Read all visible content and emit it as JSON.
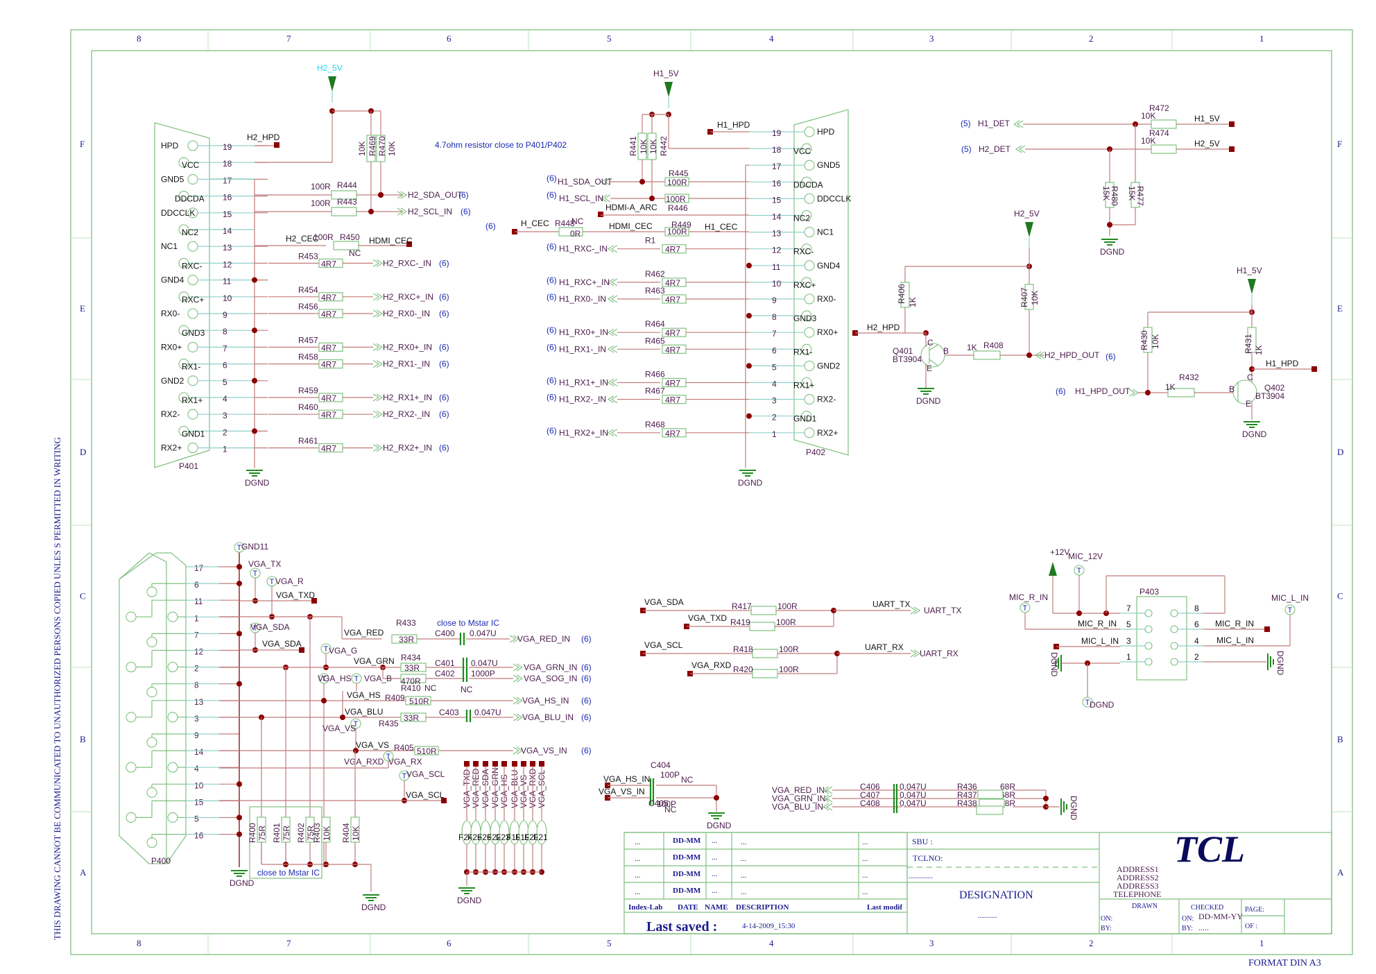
{
  "zones": {
    "columns": [
      "8",
      "7",
      "6",
      "5",
      "4",
      "3",
      "2",
      "1"
    ],
    "rows": [
      "F",
      "E",
      "D",
      "C",
      "B",
      "A"
    ]
  },
  "side_note": "THIS DRAWING CANNOT BE COMMUNICATED TO UNAUTHORIZED PERSONS COPIED UNLES S PERMITTED IN WRITING",
  "format_label": "FORMAT DIN A3",
  "notes": {
    "resistor_note": "4.7ohm resistor close to P401/P402",
    "close_mstar_1": "close to Mstar IC",
    "close_mstar_2": "close to Mstar IC"
  },
  "common": {
    "sheet_ref_6": "(6)",
    "sheet_ref_5": "(5)",
    "dgnd": "DGND",
    "nc": "NC",
    "test_point": "T"
  },
  "p401": {
    "name": "P401",
    "power": "H2_5V",
    "hpd_net": "H2_HPD",
    "cec_net": "H2_CEC",
    "hdmi_cec": "HDMI_CEC",
    "pins": [
      {
        "num": "19",
        "name": "HPD"
      },
      {
        "num": "18",
        "name": "VCC"
      },
      {
        "num": "17",
        "name": "GND5"
      },
      {
        "num": "16",
        "name": "DDCDA"
      },
      {
        "num": "15",
        "name": "DDCCLK"
      },
      {
        "num": "14",
        "name": "NC2"
      },
      {
        "num": "13",
        "name": "NC1"
      },
      {
        "num": "12",
        "name": "RXC-"
      },
      {
        "num": "11",
        "name": "GND4"
      },
      {
        "num": "10",
        "name": "RXC+"
      },
      {
        "num": "9",
        "name": "RX0-"
      },
      {
        "num": "8",
        "name": "GND3"
      },
      {
        "num": "7",
        "name": "RX0+"
      },
      {
        "num": "6",
        "name": "RX1-"
      },
      {
        "num": "5",
        "name": "GND2"
      },
      {
        "num": "4",
        "name": "RX1+"
      },
      {
        "num": "3",
        "name": "RX2-"
      },
      {
        "num": "2",
        "name": "GND1"
      },
      {
        "num": "1",
        "name": "RX2+"
      }
    ],
    "pullups": [
      {
        "ref": "R469",
        "value": "10K"
      },
      {
        "ref": "R470",
        "value": "10K"
      }
    ],
    "ddc": [
      {
        "ref": "R444",
        "value": "100R",
        "net": "H2_SDA_OUT"
      },
      {
        "ref": "R443",
        "value": "100R",
        "net": "H2_SCL_IN"
      }
    ],
    "cec_res": {
      "ref": "R450",
      "value": "100R"
    },
    "signals": [
      {
        "ref": "R453",
        "value": "4R7",
        "net": "H2_RXC-_IN"
      },
      {
        "ref": "R454",
        "value": "4R7",
        "net": "H2_RXC+_IN"
      },
      {
        "ref": "R456",
        "value": "4R7",
        "net": "H2_RX0-_IN"
      },
      {
        "ref": "R457",
        "value": "4R7",
        "net": "H2_RX0+_IN"
      },
      {
        "ref": "R458",
        "value": "4R7",
        "net": "H2_RX1-_IN"
      },
      {
        "ref": "R459",
        "value": "4R7",
        "net": "H2_RX1+_IN"
      },
      {
        "ref": "R460",
        "value": "4R7",
        "net": "H2_RX2-_IN"
      },
      {
        "ref": "R461",
        "value": "4R7",
        "net": "H2_RX2+_IN"
      }
    ]
  },
  "p402": {
    "name": "P402",
    "power": "H1_5V",
    "hpd_net": "H1_HPD",
    "arc_net": "HDMI-A_ARC",
    "cec_net": "H1_CEC",
    "h_cec": "H_CEC",
    "hdmi_cec": "HDMI_CEC",
    "pins": [
      {
        "num": "19",
        "name": "HPD"
      },
      {
        "num": "18",
        "name": "VCC"
      },
      {
        "num": "17",
        "name": "GND5"
      },
      {
        "num": "16",
        "name": "DDCDA"
      },
      {
        "num": "15",
        "name": "DDCCLK"
      },
      {
        "num": "14",
        "name": "NC2"
      },
      {
        "num": "13",
        "name": "NC1"
      },
      {
        "num": "12",
        "name": "RXC-"
      },
      {
        "num": "11",
        "name": "GND4"
      },
      {
        "num": "10",
        "name": "RXC+"
      },
      {
        "num": "9",
        "name": "RX0-"
      },
      {
        "num": "8",
        "name": "GND3"
      },
      {
        "num": "7",
        "name": "RX0+"
      },
      {
        "num": "6",
        "name": "RX1-"
      },
      {
        "num": "5",
        "name": "GND2"
      },
      {
        "num": "4",
        "name": "RX1+"
      },
      {
        "num": "3",
        "name": "RX2-"
      },
      {
        "num": "2",
        "name": "GND1"
      },
      {
        "num": "1",
        "name": "RX2+"
      }
    ],
    "pullups": [
      {
        "ref": "R441",
        "value": "10K"
      },
      {
        "ref": "R442",
        "value": "10K"
      }
    ],
    "ddc": [
      {
        "ref": "R445",
        "value": "100R",
        "net": "H1_SDA_OUT"
      },
      {
        "ref": "R446",
        "value": "100R",
        "net": "H1_SCL_IN"
      }
    ],
    "cec_res_a": {
      "ref": "R448",
      "value": "0R"
    },
    "cec_res_b": {
      "ref": "R449",
      "value": "100R"
    },
    "signals": [
      {
        "ref": "R1",
        "value": "4R7",
        "net": "H1_RXC-_IN"
      },
      {
        "ref": "R462",
        "value": "4R7",
        "net": "H1_RXC+_IN"
      },
      {
        "ref": "R463",
        "value": "4R7",
        "net": "H1_RX0-_IN"
      },
      {
        "ref": "R464",
        "value": "4R7",
        "net": "H1_RX0+_IN"
      },
      {
        "ref": "R465",
        "value": "4R7",
        "net": "H1_RX1-_IN"
      },
      {
        "ref": "R466",
        "value": "4R7",
        "net": "H1_RX1+_IN"
      },
      {
        "ref": "R467",
        "value": "4R7",
        "net": "H1_RX2-_IN"
      },
      {
        "ref": "R468",
        "value": "4R7",
        "net": "H1_RX2+_IN"
      }
    ]
  },
  "det": {
    "h1_det": "H1_DET",
    "h2_det": "H2_DET",
    "h1_5v": "H1_5V",
    "h2_5v": "H2_5V",
    "r472": {
      "ref": "R472",
      "value": "10K"
    },
    "r474": {
      "ref": "R474",
      "value": "10K"
    },
    "r480": {
      "ref": "R480",
      "value": "15K"
    },
    "r477": {
      "ref": "R477",
      "value": "15K"
    }
  },
  "hpd2": {
    "power": "H2_5V",
    "hpd": "H2_HPD",
    "out": "H2_HPD_OUT",
    "r406": {
      "ref": "R406",
      "value": "1K"
    },
    "r407": {
      "ref": "R407",
      "value": "10K"
    },
    "r408": {
      "ref": "R408",
      "value": "1K"
    },
    "q": {
      "ref": "Q401",
      "part": "BT3904"
    }
  },
  "hpd1": {
    "power": "H1_5V",
    "hpd": "H1_HPD",
    "out": "H1_HPD_OUT",
    "r430": {
      "ref": "R430",
      "value": "10K"
    },
    "r431": {
      "ref": "R431",
      "value": "1K"
    },
    "r432": {
      "ref": "R432",
      "value": "1K"
    },
    "q": {
      "ref": "Q402",
      "part": "BT3904"
    }
  },
  "vga": {
    "name": "P400",
    "pins": [
      "17",
      "6",
      "11",
      "1",
      "7",
      "12",
      "2",
      "8",
      "13",
      "3",
      "9",
      "14",
      "4",
      "10",
      "15",
      "5",
      "16"
    ],
    "tp_labels": {
      "gnd11": "GND11",
      "tx": "VGA_TX",
      "r": "VGA_R",
      "sda": "VGA_SDA",
      "g": "VGA_G",
      "hs": "VGA_HS",
      "b": "VGA_B",
      "vs": "VGA_VS",
      "rx": "VGA_RX",
      "scl": "VGA_SCL"
    },
    "nets": {
      "txd": "VGA_TXD",
      "sda": "VGA_SDA",
      "red": "VGA_RED",
      "grn": "VGA_GRN",
      "hs": "VGA_HS",
      "blu": "VGA_BLU",
      "vs": "VGA_VS",
      "rxd": "VGA_RXD",
      "scl": "VGA_SCL"
    },
    "series": [
      {
        "ref": "R433",
        "value": "33R",
        "cap": "C400",
        "cap_value": "0.047U",
        "out": "VGA_RED_IN"
      },
      {
        "ref": "R434",
        "value": "33R",
        "cap": "C401",
        "cap_value": "0.047U",
        "out": "VGA_GRN_IN"
      },
      {
        "ref": "R410",
        "value": "470R",
        "cap": "C402",
        "cap_value": "1000P",
        "out": "VGA_SOG_IN"
      },
      {
        "ref": "R409",
        "value": "510R",
        "cap": "",
        "cap_value": "",
        "out": "VGA_HS_IN"
      },
      {
        "ref": "R435",
        "value": "33R",
        "cap": "C403",
        "cap_value": "0.047U",
        "out": "VGA_BLU_IN"
      },
      {
        "ref": "R405",
        "value": "510R",
        "cap": "",
        "cap_value": "",
        "out": "VGA_VS_IN"
      }
    ],
    "terminations": [
      {
        "ref": "R400",
        "value": "75R"
      },
      {
        "ref": "R401",
        "value": "75R"
      },
      {
        "ref": "R402",
        "value": "75R"
      },
      {
        "ref": "R403",
        "value": "10K"
      },
      {
        "ref": "R404",
        "value": "10K"
      }
    ],
    "esd_nets": [
      "VGA_TXD",
      "VGA_RED",
      "VGA_SDA",
      "VGA_GRN",
      "VGA_HS",
      "VGA_BLU",
      "VGA_VS",
      "VGA_RXD",
      "VGA_SCL"
    ],
    "esd_refs": [
      "F24",
      "F25",
      "F26",
      "F22",
      "F23",
      "F18",
      "F19",
      "F20",
      "F21"
    ]
  },
  "uart": {
    "rows": [
      {
        "net": "VGA_SDA",
        "ref": "R417",
        "value": "100R"
      },
      {
        "net": "VGA_TXD",
        "ref": "R419",
        "value": "100R"
      },
      {
        "net": "VGA_SCL",
        "ref": "R418",
        "value": "100R"
      },
      {
        "net": "VGA_RXD",
        "ref": "R420",
        "value": "100R"
      }
    ],
    "tx": "UART_TX",
    "rx": "UART_RX"
  },
  "sync_caps": {
    "hs": "VGA_HS_IN",
    "vs": "VGA_VS_IN",
    "c404": {
      "ref": "C404",
      "value": "100P"
    },
    "c405": {
      "ref": "C405",
      "value": "100P"
    }
  },
  "rgb_neg": [
    {
      "net": "VGA_RED_IN-",
      "cap": "C406",
      "cap_value": "0.047U",
      "ref": "R436",
      "value": "68R"
    },
    {
      "net": "VGA_GRN_IN-",
      "cap": "C407",
      "cap_value": "0.047U",
      "ref": "R437",
      "value": "68R"
    },
    {
      "net": "VGA_BLU_IN-",
      "cap": "C408",
      "cap_value": "0.047U",
      "ref": "R438",
      "value": "68R"
    }
  ],
  "mic": {
    "name": "P403",
    "plus12": "+12V",
    "mic12": "MIC_12V",
    "mic_r": "MIC_R_IN",
    "mic_l": "MIC_L_IN",
    "pins_left": [
      "7",
      "5",
      "3",
      "1"
    ],
    "pins_right": [
      "8",
      "6",
      "4",
      "2"
    ]
  },
  "title_block": {
    "rows": [
      {
        "index": "...",
        "date": "DD-MM",
        "name": "...",
        "desc": "...",
        "modif": "..."
      },
      {
        "index": "...",
        "date": "DD-MM",
        "name": "...",
        "desc": "...",
        "modif": "..."
      },
      {
        "index": "...",
        "date": "DD-MM",
        "name": "...",
        "desc": "...",
        "modif": "..."
      },
      {
        "index": "...",
        "date": "DD-MM",
        "name": "...",
        "desc": "...",
        "modif": "..."
      }
    ],
    "headers": {
      "index": "Index-Lab",
      "date": "DATE",
      "name": "NAME",
      "desc": "DESCRIPTION",
      "modif": "Last modif"
    },
    "last_saved_label": "Last saved :",
    "last_saved_value": "4-14-2009_15:30",
    "sbu": "SBU :",
    "tclno": "TCLNO:",
    "tclno_value": "..............",
    "designation": "DESIGNATION",
    "designation_value": "...........",
    "logo": "TCL",
    "address": [
      "ADDRESS1",
      "ADDRESS2",
      "ADDRESS3",
      "TELEPHONE"
    ],
    "drawn": "DRAWN",
    "checked": "CHECKED",
    "on": "ON:",
    "by": "BY:",
    "checked_on_value": "DD-MM-YY",
    "checked_by_value": ".....",
    "page": "PAGE:",
    "of": "OF :"
  }
}
